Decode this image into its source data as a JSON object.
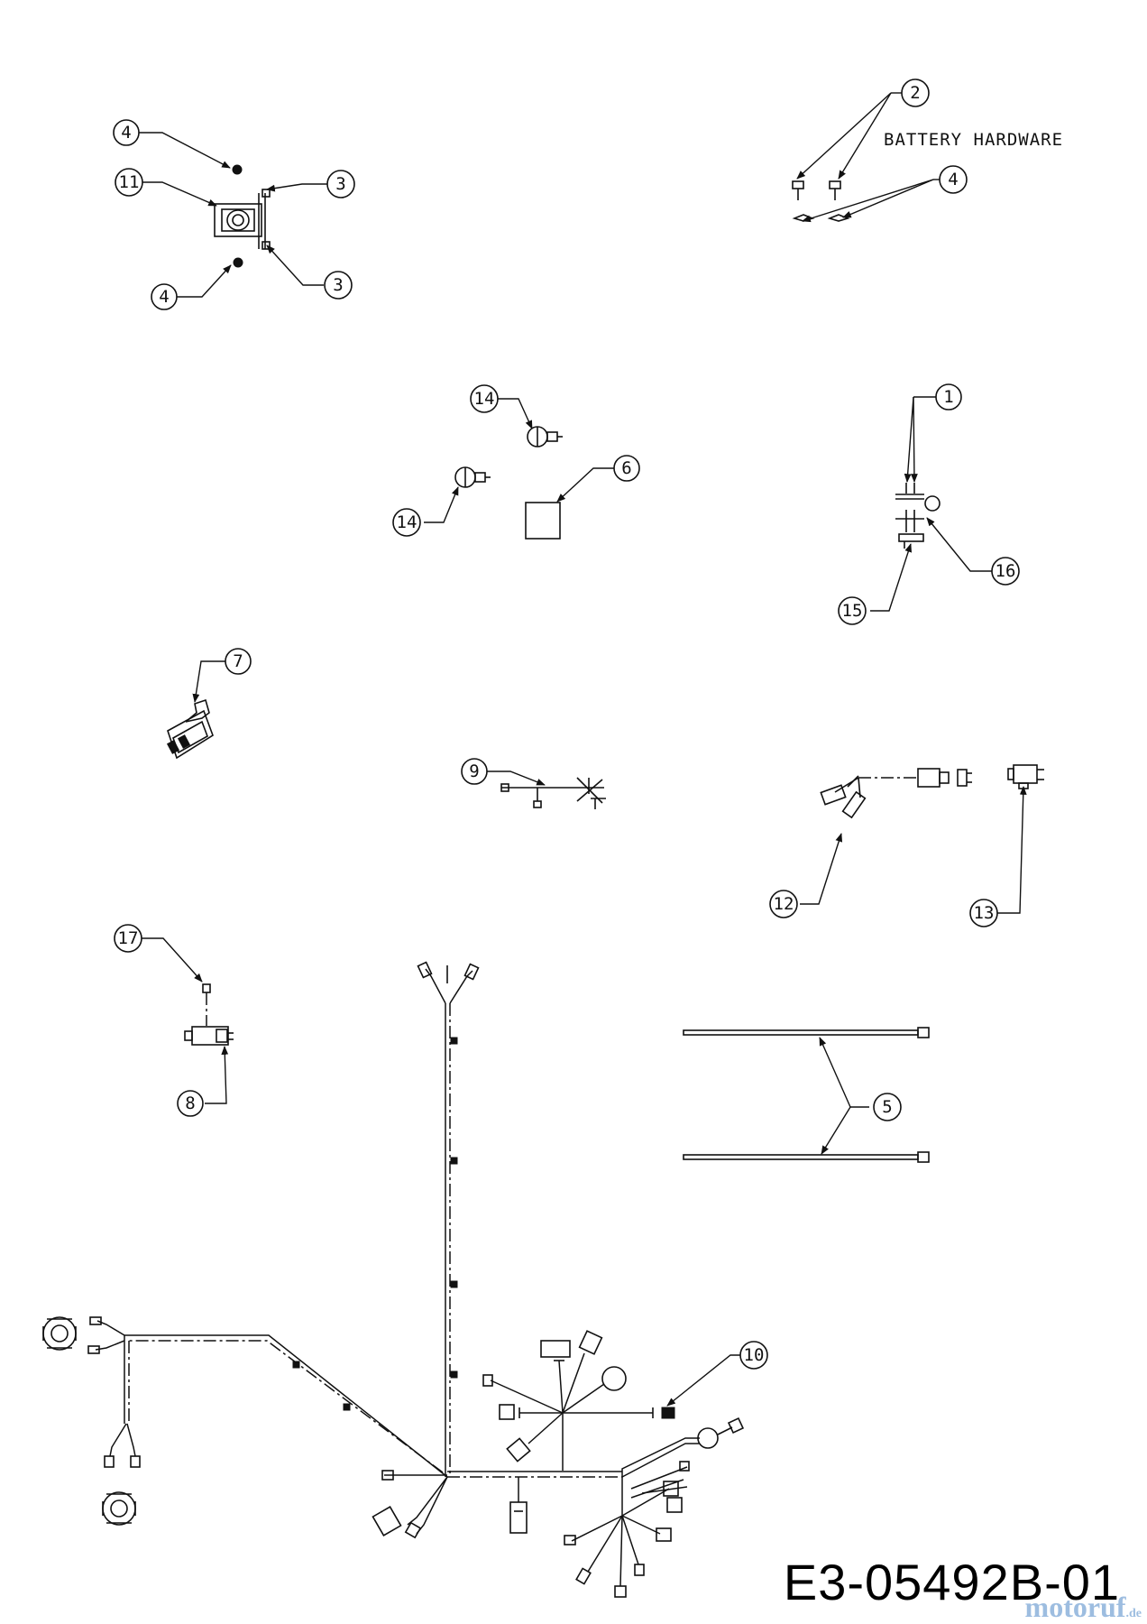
{
  "diagram": {
    "group_label": "BATTERY HARDWARE",
    "drawing_code": "E3-05492B-01",
    "watermark": {
      "name": "motoruf",
      "suffix": ".de"
    },
    "callouts": [
      {
        "id": "c1",
        "label": "1"
      },
      {
        "id": "c2",
        "label": "2"
      },
      {
        "id": "c3a",
        "label": "3"
      },
      {
        "id": "c3b",
        "label": "3"
      },
      {
        "id": "c4a",
        "label": "4"
      },
      {
        "id": "c4b",
        "label": "4"
      },
      {
        "id": "c4c",
        "label": "4"
      },
      {
        "id": "c5",
        "label": "5"
      },
      {
        "id": "c6",
        "label": "6"
      },
      {
        "id": "c7",
        "label": "7"
      },
      {
        "id": "c8",
        "label": "8"
      },
      {
        "id": "c9",
        "label": "9"
      },
      {
        "id": "c10",
        "label": "10"
      },
      {
        "id": "c11",
        "label": "11"
      },
      {
        "id": "c12",
        "label": "12"
      },
      {
        "id": "c13",
        "label": "13"
      },
      {
        "id": "c14a",
        "label": "14"
      },
      {
        "id": "c14b",
        "label": "14"
      },
      {
        "id": "c15",
        "label": "15"
      },
      {
        "id": "c16",
        "label": "16"
      },
      {
        "id": "c17",
        "label": "17"
      }
    ]
  }
}
